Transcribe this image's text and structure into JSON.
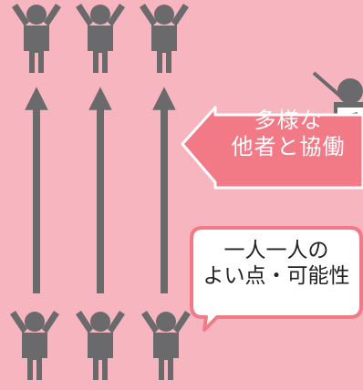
{
  "colors": {
    "background": "#f7b6bf",
    "figure": "#6a6a6c",
    "arrow_callout_fill": "#f27a86",
    "arrow_callout_border": "#ffffff",
    "bubble_fill": "#ffffff",
    "bubble_border": "#f27a86"
  },
  "icons": {
    "person": "person-arms-raised-icon",
    "teacher": "teacher-pointing-icon"
  },
  "callout_arrow": {
    "line1": "多様な",
    "line2": "他者と協働"
  },
  "speech_bubble": {
    "line1": "一人一人の",
    "line2": "よい点・可能性"
  }
}
